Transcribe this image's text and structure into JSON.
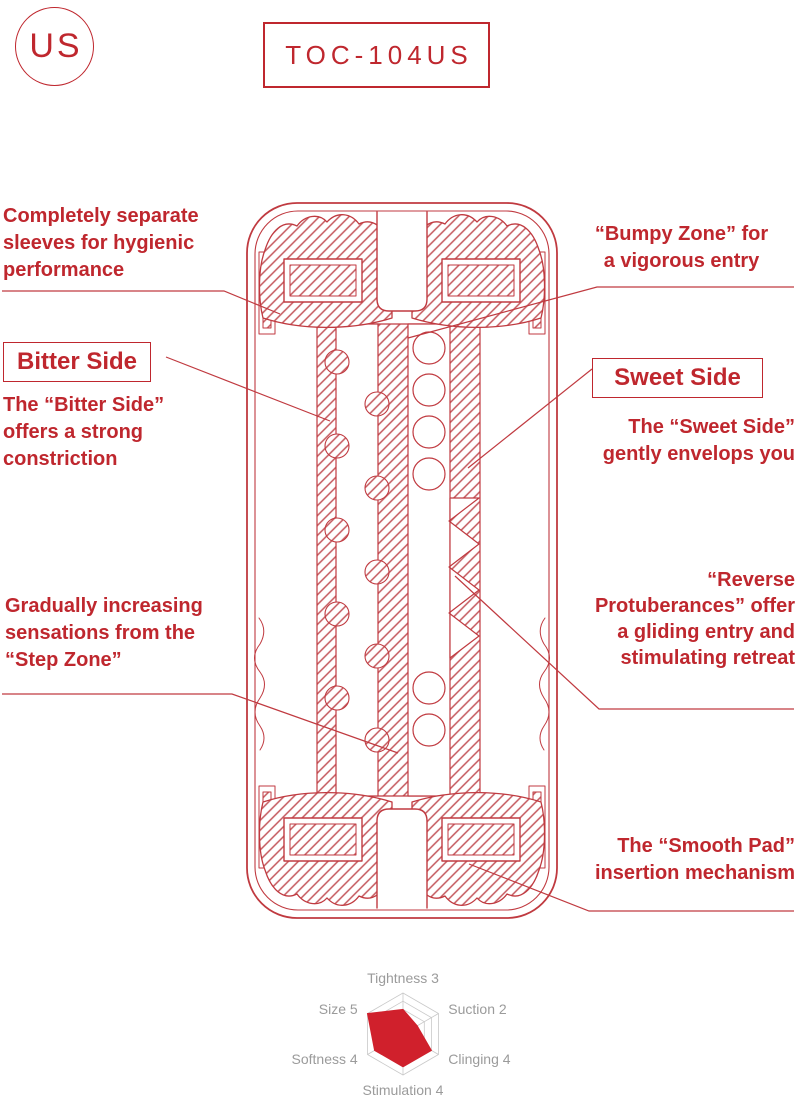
{
  "header": {
    "region_label": "US",
    "model_code": "TOC-104US"
  },
  "annotations": {
    "separate_sleeves": "Completely separate\nsleeves for hygienic\nperformance",
    "bumpy_zone": "“Bumpy Zone” for\na vigorous entry",
    "bitter_title": "Bitter Side",
    "bitter_desc": "The “Bitter Side”\noffers a strong\nconstriction",
    "sweet_title": "Sweet Side",
    "sweet_desc": "The “Sweet Side”\ngently envelops you",
    "step_zone": "Gradually increasing\nsensations from the\n“Step Zone”",
    "reverse_protuberances": "“Reverse\nProtuberances” offer\na gliding entry and\nstimulating retreat",
    "smooth_pad": "The “Smooth Pad”\ninsertion mechanism"
  },
  "colors": {
    "accent_red": "#bf272e",
    "diagram_line_red": "#c03a40",
    "chart_fill": "#d0202c",
    "chart_grid": "#c9c9c9",
    "chart_label": "#9b9b9b"
  },
  "chart_data": {
    "type": "radar",
    "axes": [
      "Tightness",
      "Suction",
      "Clinging",
      "Stimulation",
      "Softness",
      "Size"
    ],
    "values": [
      3,
      2,
      4,
      4,
      4,
      5
    ],
    "max": 5,
    "tick_labels": [
      "Tightness 3",
      "Suction 2",
      "Clinging 4",
      "Stimulation 4",
      "Softness 4",
      "Size 5"
    ],
    "grid": true,
    "legend": "none"
  }
}
